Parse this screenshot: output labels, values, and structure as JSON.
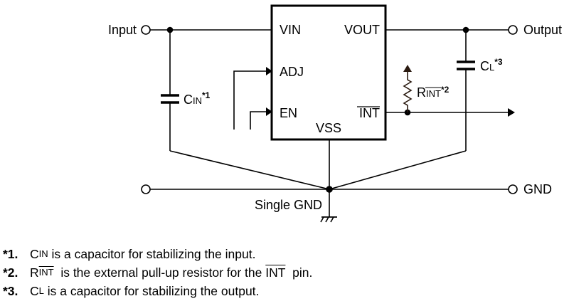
{
  "diagram": {
    "terminals": {
      "input": "Input",
      "output": "Output",
      "gnd": "GND",
      "single_gnd": "Single GND"
    },
    "ic_pins": {
      "vin": "VIN",
      "adj": "ADJ",
      "en": "EN",
      "vss": "VSS",
      "vout": "VOUT",
      "int": "INT"
    },
    "components": {
      "cin": {
        "main": "C",
        "sub": "IN",
        "note": "*1"
      },
      "rint": {
        "main": "R",
        "sub": "INT",
        "note": "*2"
      },
      "cl": {
        "main": "C",
        "sub": "L",
        "note": "*3"
      }
    }
  },
  "notes": [
    {
      "num": "*1.",
      "main": "C",
      "sub": "IN",
      "text": " is a capacitor for stabilizing the input."
    },
    {
      "num": "*2.",
      "main": "R",
      "sub": "INT",
      "text": "  is the external pull-up resistor for the ",
      "overline": "INT",
      "tail": "  pin."
    },
    {
      "num": "*3.",
      "main": "C",
      "sub": "L",
      "text": " is a capacitor for stabilizing the output."
    }
  ]
}
